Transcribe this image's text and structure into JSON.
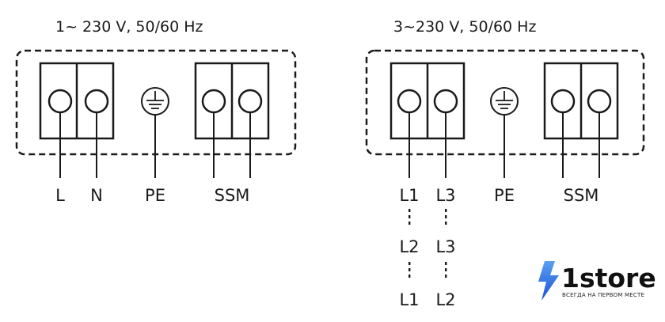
{
  "left_panel": {
    "title": "1~ 230 V, 50/60 Hz",
    "labels": [
      "L",
      "N",
      "PE",
      "SSM"
    ]
  },
  "right_panel": {
    "title": "3~230 V, 50/60 Hz",
    "labels": [
      "L1",
      "L3",
      "PE",
      "SSM"
    ],
    "alt_rows": [
      [
        "L2",
        "L3"
      ],
      [
        "L1",
        "L2"
      ]
    ]
  },
  "logo": {
    "name": "1store",
    "tagline": "ВСЕГДА НА ПЕРВОМ МЕСТЕ",
    "colors": {
      "bolt_light": "#5aa0f0",
      "bolt_dark": "#1a4fd8",
      "text": "#111111"
    }
  },
  "colors": {
    "line": "#1a1a1a",
    "background": "#ffffff"
  }
}
